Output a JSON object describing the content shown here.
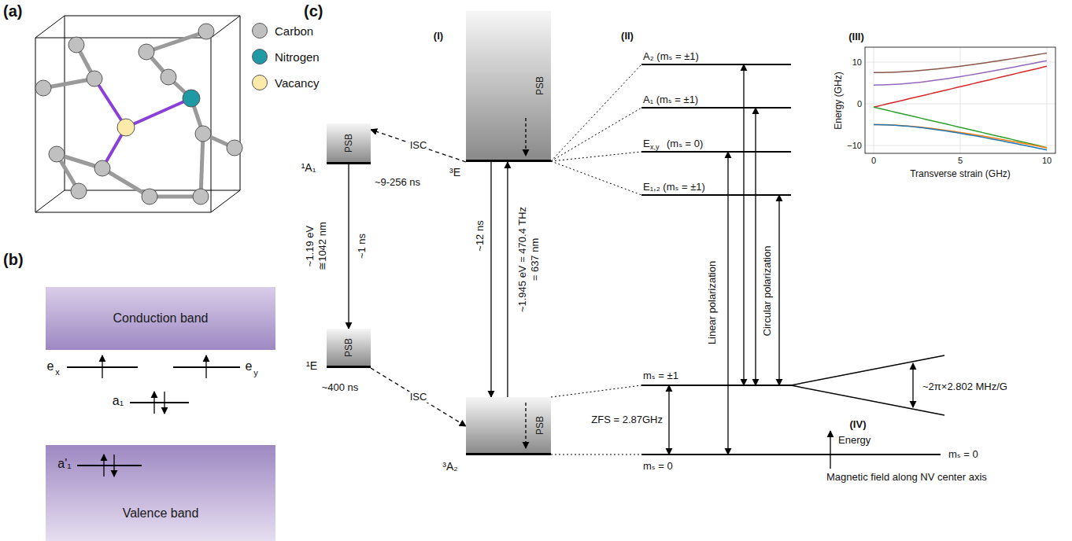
{
  "diagram": {
    "nodes": [
      {
        "text": [
          "Conduction band"
        ]
      },
      {
        "text": [
          "Valence band"
        ]
      },
      {
        "text": [
          "PSB"
        ]
      },
      {
        "text": [
          "PSB"
        ]
      },
      {
        "text": [
          "PSB"
        ]
      },
      {
        "text": [
          "PSB"
        ]
      }
    ],
    "edges": [
      {
        "from": 4,
        "to": 2,
        "arrow": "to",
        "label": "ISC"
      },
      {
        "from": 2,
        "to": 3,
        "arrow": "to"
      },
      {
        "from": 3,
        "to": 5,
        "arrow": "to",
        "label": "ISC"
      },
      {
        "from": 4,
        "to": 5,
        "arrow": "to"
      },
      {
        "from": 5,
        "to": 4,
        "arrow": "to"
      }
    ],
    "labels": [
      "(a)",
      "(b)",
      "(c)",
      "e",
      "x",
      "e",
      "y",
      "a₁",
      "a'₁",
      "(I)",
      "(II)",
      "(III)",
      "(IV)",
      "³E",
      "¹A₁",
      "¹E",
      "³A₂",
      "~9-256 ns",
      "~1.19 eV",
      "≅1042 nm",
      "~1 ns",
      "~400 ns",
      "~12 ns",
      "~1.945 eV = 470.4 THz",
      "= 637 nm",
      "A₂ (mₛ = ±1)",
      "A₁ (mₛ = ±1)",
      "E",
      "x,y",
      "(mₛ = 0)",
      "E₁,₂ (mₛ = ±1)",
      "Linear polarization",
      "Circular polarization",
      "mₛ = ±1",
      "ZFS = 2.87GHz",
      "mₛ = 0",
      "10",
      "0",
      "−10",
      "0",
      "5",
      "10",
      "Energy (GHz)",
      "Transverse strain (GHz)",
      "Energy",
      "~2π×2.802 MHz/G",
      "mₛ = 0",
      "Magnetic field along NV center axis"
    ],
    "legend": [
      {
        "text": "Carbon",
        "color": "#c0c0c0"
      },
      {
        "text": "Nitrogen",
        "color": "#1f9aa5"
      },
      {
        "text": "Vacancy",
        "color": "#fde9a9"
      }
    ]
  }
}
